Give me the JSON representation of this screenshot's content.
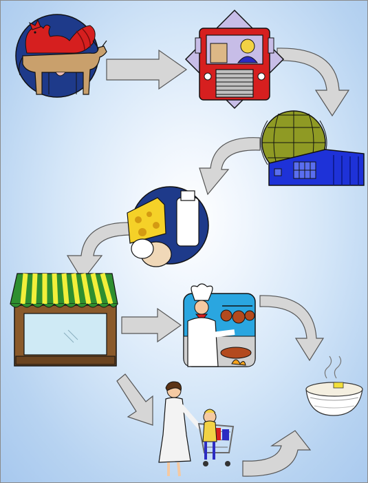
{
  "diagram": {
    "title": "",
    "stages": [
      {
        "id": "farm",
        "icon": "farm-animals-icon"
      },
      {
        "id": "transport",
        "icon": "truck-icon"
      },
      {
        "id": "processing",
        "icon": "processing-plant-icon"
      },
      {
        "id": "dairy-products",
        "icon": "dairy-products-icon"
      },
      {
        "id": "store",
        "icon": "grocery-store-icon"
      },
      {
        "id": "restaurant",
        "icon": "chef-cooking-icon"
      },
      {
        "id": "shopper",
        "icon": "shopper-with-cart-icon"
      },
      {
        "id": "meal",
        "icon": "meal-bowl-icon"
      }
    ],
    "flows": [
      {
        "from": "farm",
        "to": "transport"
      },
      {
        "from": "transport",
        "to": "processing"
      },
      {
        "from": "processing",
        "to": "dairy-products"
      },
      {
        "from": "dairy-products",
        "to": "store"
      },
      {
        "from": "store",
        "to": "restaurant"
      },
      {
        "from": "restaurant",
        "to": "meal"
      },
      {
        "from": "store",
        "to": "shopper"
      },
      {
        "from": "shopper",
        "to": "meal"
      }
    ],
    "colors": {
      "background_light": "#ffffff",
      "background_blue": "#a7c8ee",
      "arrow_fill": "#d6d6d6",
      "outline": "#222222",
      "circle_navy": "#1e3a8a",
      "truck_red": "#d61f1f",
      "globe_olive": "#8f9a24",
      "building_blue": "#1e32d8",
      "awning_green": "#2f8f2f",
      "awning_yellow": "#f2ef3a",
      "store_brown": "#8a5a2b"
    }
  }
}
